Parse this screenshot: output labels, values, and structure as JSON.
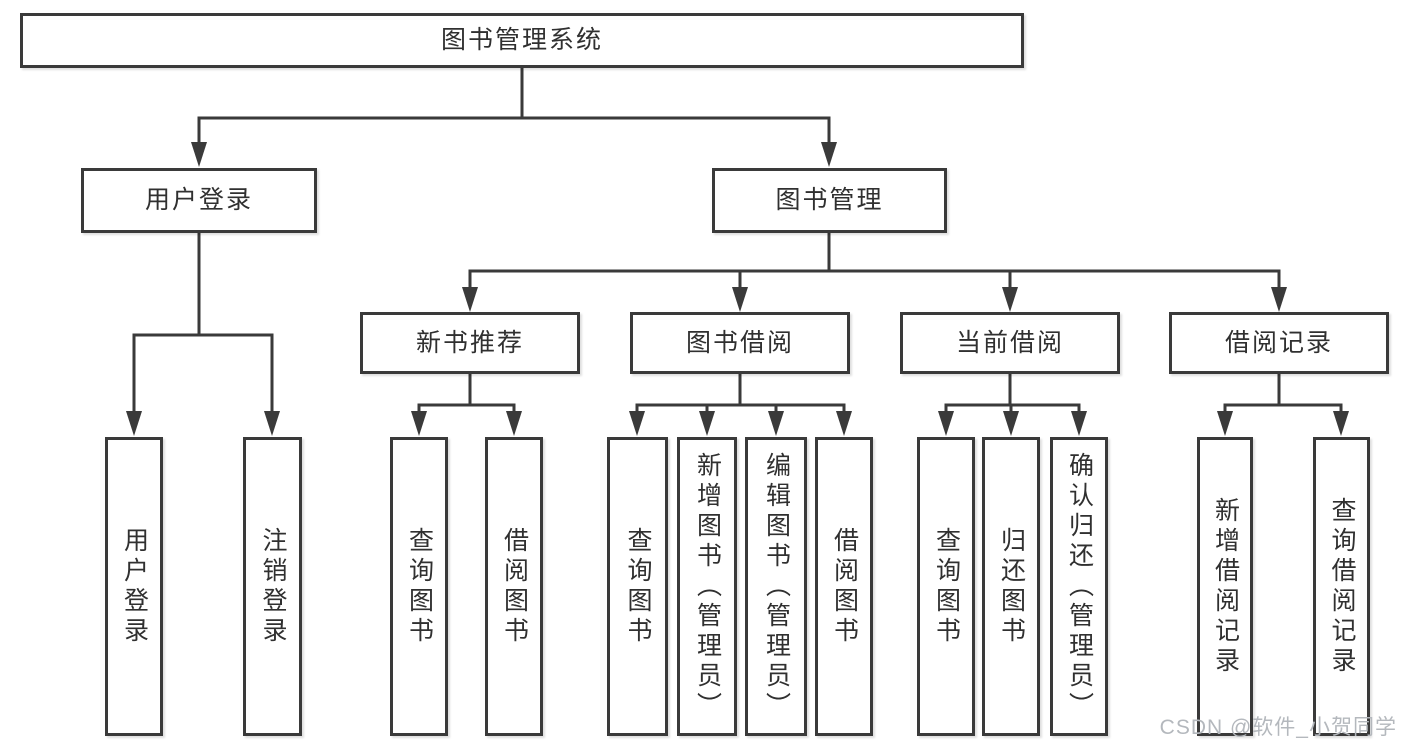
{
  "nodes": {
    "root": {
      "label": "图书管理系统"
    },
    "level2": [
      {
        "id": "user-login",
        "label": "用户登录",
        "parent": "root"
      },
      {
        "id": "book-management",
        "label": "图书管理",
        "parent": "root"
      }
    ],
    "level3": [
      {
        "id": "new-book-recommend",
        "label": "新书推荐",
        "parent": "book-management"
      },
      {
        "id": "book-borrow",
        "label": "图书借阅",
        "parent": "book-management"
      },
      {
        "id": "current-borrow",
        "label": "当前借阅",
        "parent": "book-management"
      },
      {
        "id": "borrow-records",
        "label": "借阅记录",
        "parent": "book-management"
      }
    ],
    "leaves": [
      {
        "label": "用户登录",
        "parent": "user-login"
      },
      {
        "label": "注销登录",
        "parent": "user-login"
      },
      {
        "label": "查询图书",
        "parent": "new-book-recommend"
      },
      {
        "label": "借阅图书",
        "parent": "new-book-recommend"
      },
      {
        "label": "查询图书",
        "parent": "book-borrow"
      },
      {
        "label": "新增图书（管理员）",
        "parent": "book-borrow"
      },
      {
        "label": "编辑图书（管理员）",
        "parent": "book-borrow"
      },
      {
        "label": "借阅图书",
        "parent": "book-borrow"
      },
      {
        "label": "查询图书",
        "parent": "current-borrow"
      },
      {
        "label": "归还图书",
        "parent": "current-borrow"
      },
      {
        "label": "确认归还（管理员）",
        "parent": "current-borrow"
      },
      {
        "label": "新增借阅记录",
        "parent": "borrow-records"
      },
      {
        "label": "查询借阅记录",
        "parent": "borrow-records"
      }
    ]
  },
  "watermark": "CSDN @软件_小贺同学",
  "colors": {
    "line": "#3a3a3a",
    "box_border": "#3a3a3a",
    "box_background": "#ffffff",
    "text": "#303030",
    "watermark_text": "#b4b8bd"
  }
}
